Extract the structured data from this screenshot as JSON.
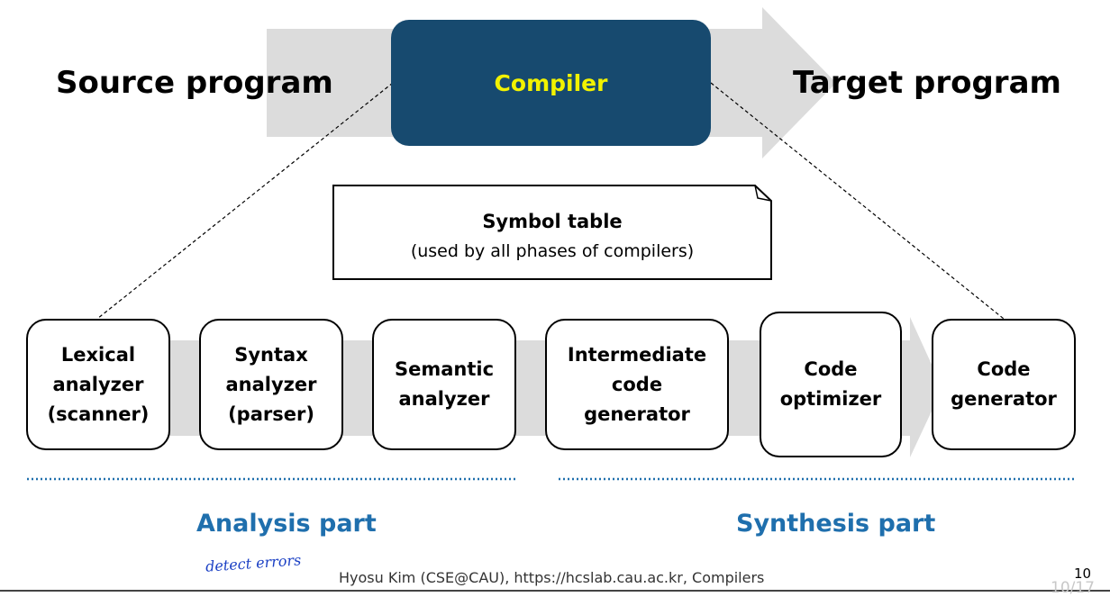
{
  "header": {
    "source_label": "Source program",
    "compiler_label": "Compiler",
    "target_label": "Target program"
  },
  "symbol_table": {
    "title": "Symbol table",
    "subtitle": "(used by all phases of compilers)"
  },
  "phases": [
    {
      "label": "Lexical\nanalyzer\n(scanner)"
    },
    {
      "label": "Syntax\nanalyzer\n(parser)"
    },
    {
      "label": "Semantic\nanalyzer"
    },
    {
      "label": "Intermediate\ncode\ngenerator"
    },
    {
      "label": "Code\noptimizer"
    },
    {
      "label": "Code\ngenerator"
    }
  ],
  "parts": {
    "analysis": "Analysis part",
    "synthesis": "Synthesis part"
  },
  "annotation": "detect errors",
  "footer": {
    "text": "Hyosu Kim (CSE@CAU), https://hcslab.cau.ac.kr, Compilers",
    "page_number": "10",
    "page_fraction": "10/17"
  },
  "colors": {
    "compiler_box": "#174a6f",
    "compiler_text": "#f2f200",
    "arrow_fill": "#dcdcdc",
    "part_label": "#1f6fad",
    "dotted_line": "#1f6fad",
    "annotation": "#1a3fc4"
  }
}
